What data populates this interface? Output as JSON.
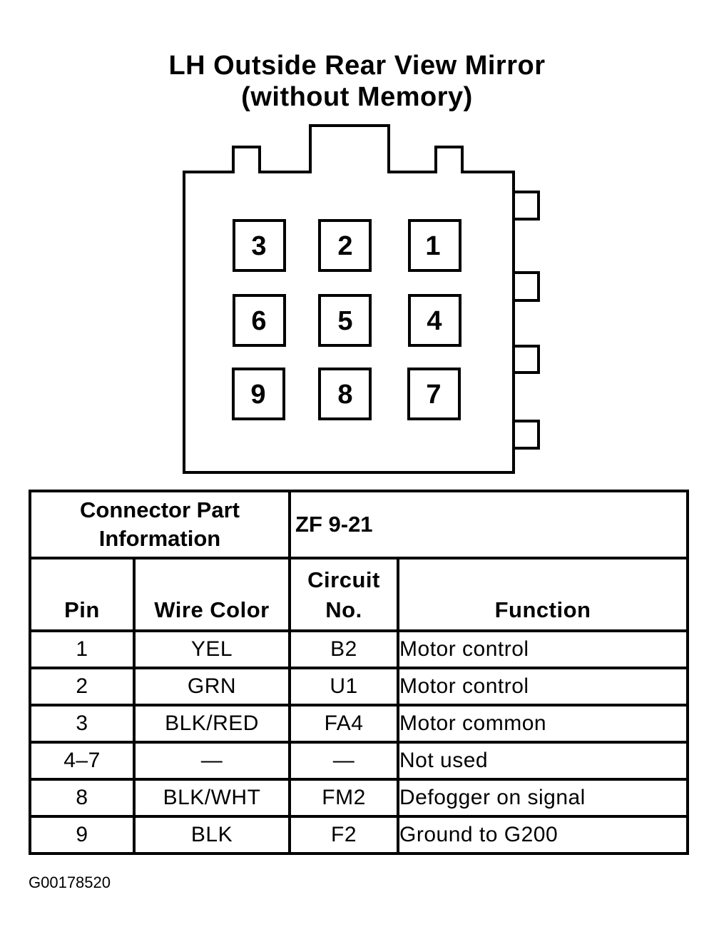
{
  "title": {
    "line1": "LH Outside Rear View Mirror",
    "line2": "(without Memory)"
  },
  "connector": {
    "pins": [
      "3",
      "2",
      "1",
      "6",
      "5",
      "4",
      "9",
      "8",
      "7"
    ]
  },
  "part_info": {
    "label_line1": "Connector Part",
    "label_line2": "Information",
    "value": "ZF 9-21"
  },
  "table": {
    "headers": {
      "pin": "Pin",
      "wire_color": "Wire Color",
      "circuit_line1": "Circuit",
      "circuit_line2": "No.",
      "function": "Function"
    },
    "rows": [
      {
        "pin": "1",
        "wire_color": "YEL",
        "circuit": "B2",
        "function": "Motor control"
      },
      {
        "pin": "2",
        "wire_color": "GRN",
        "circuit": "U1",
        "function": "Motor control"
      },
      {
        "pin": "3",
        "wire_color": "BLK/RED",
        "circuit": "FA4",
        "function": "Motor common"
      },
      {
        "pin": "4–7",
        "wire_color": "—",
        "circuit": "—",
        "function": "Not used"
      },
      {
        "pin": "8",
        "wire_color": "BLK/WHT",
        "circuit": "FM2",
        "function": "Defogger on signal"
      },
      {
        "pin": "9",
        "wire_color": "BLK",
        "circuit": "F2",
        "function": "Ground to G200"
      }
    ]
  },
  "figure_id": "G00178520"
}
